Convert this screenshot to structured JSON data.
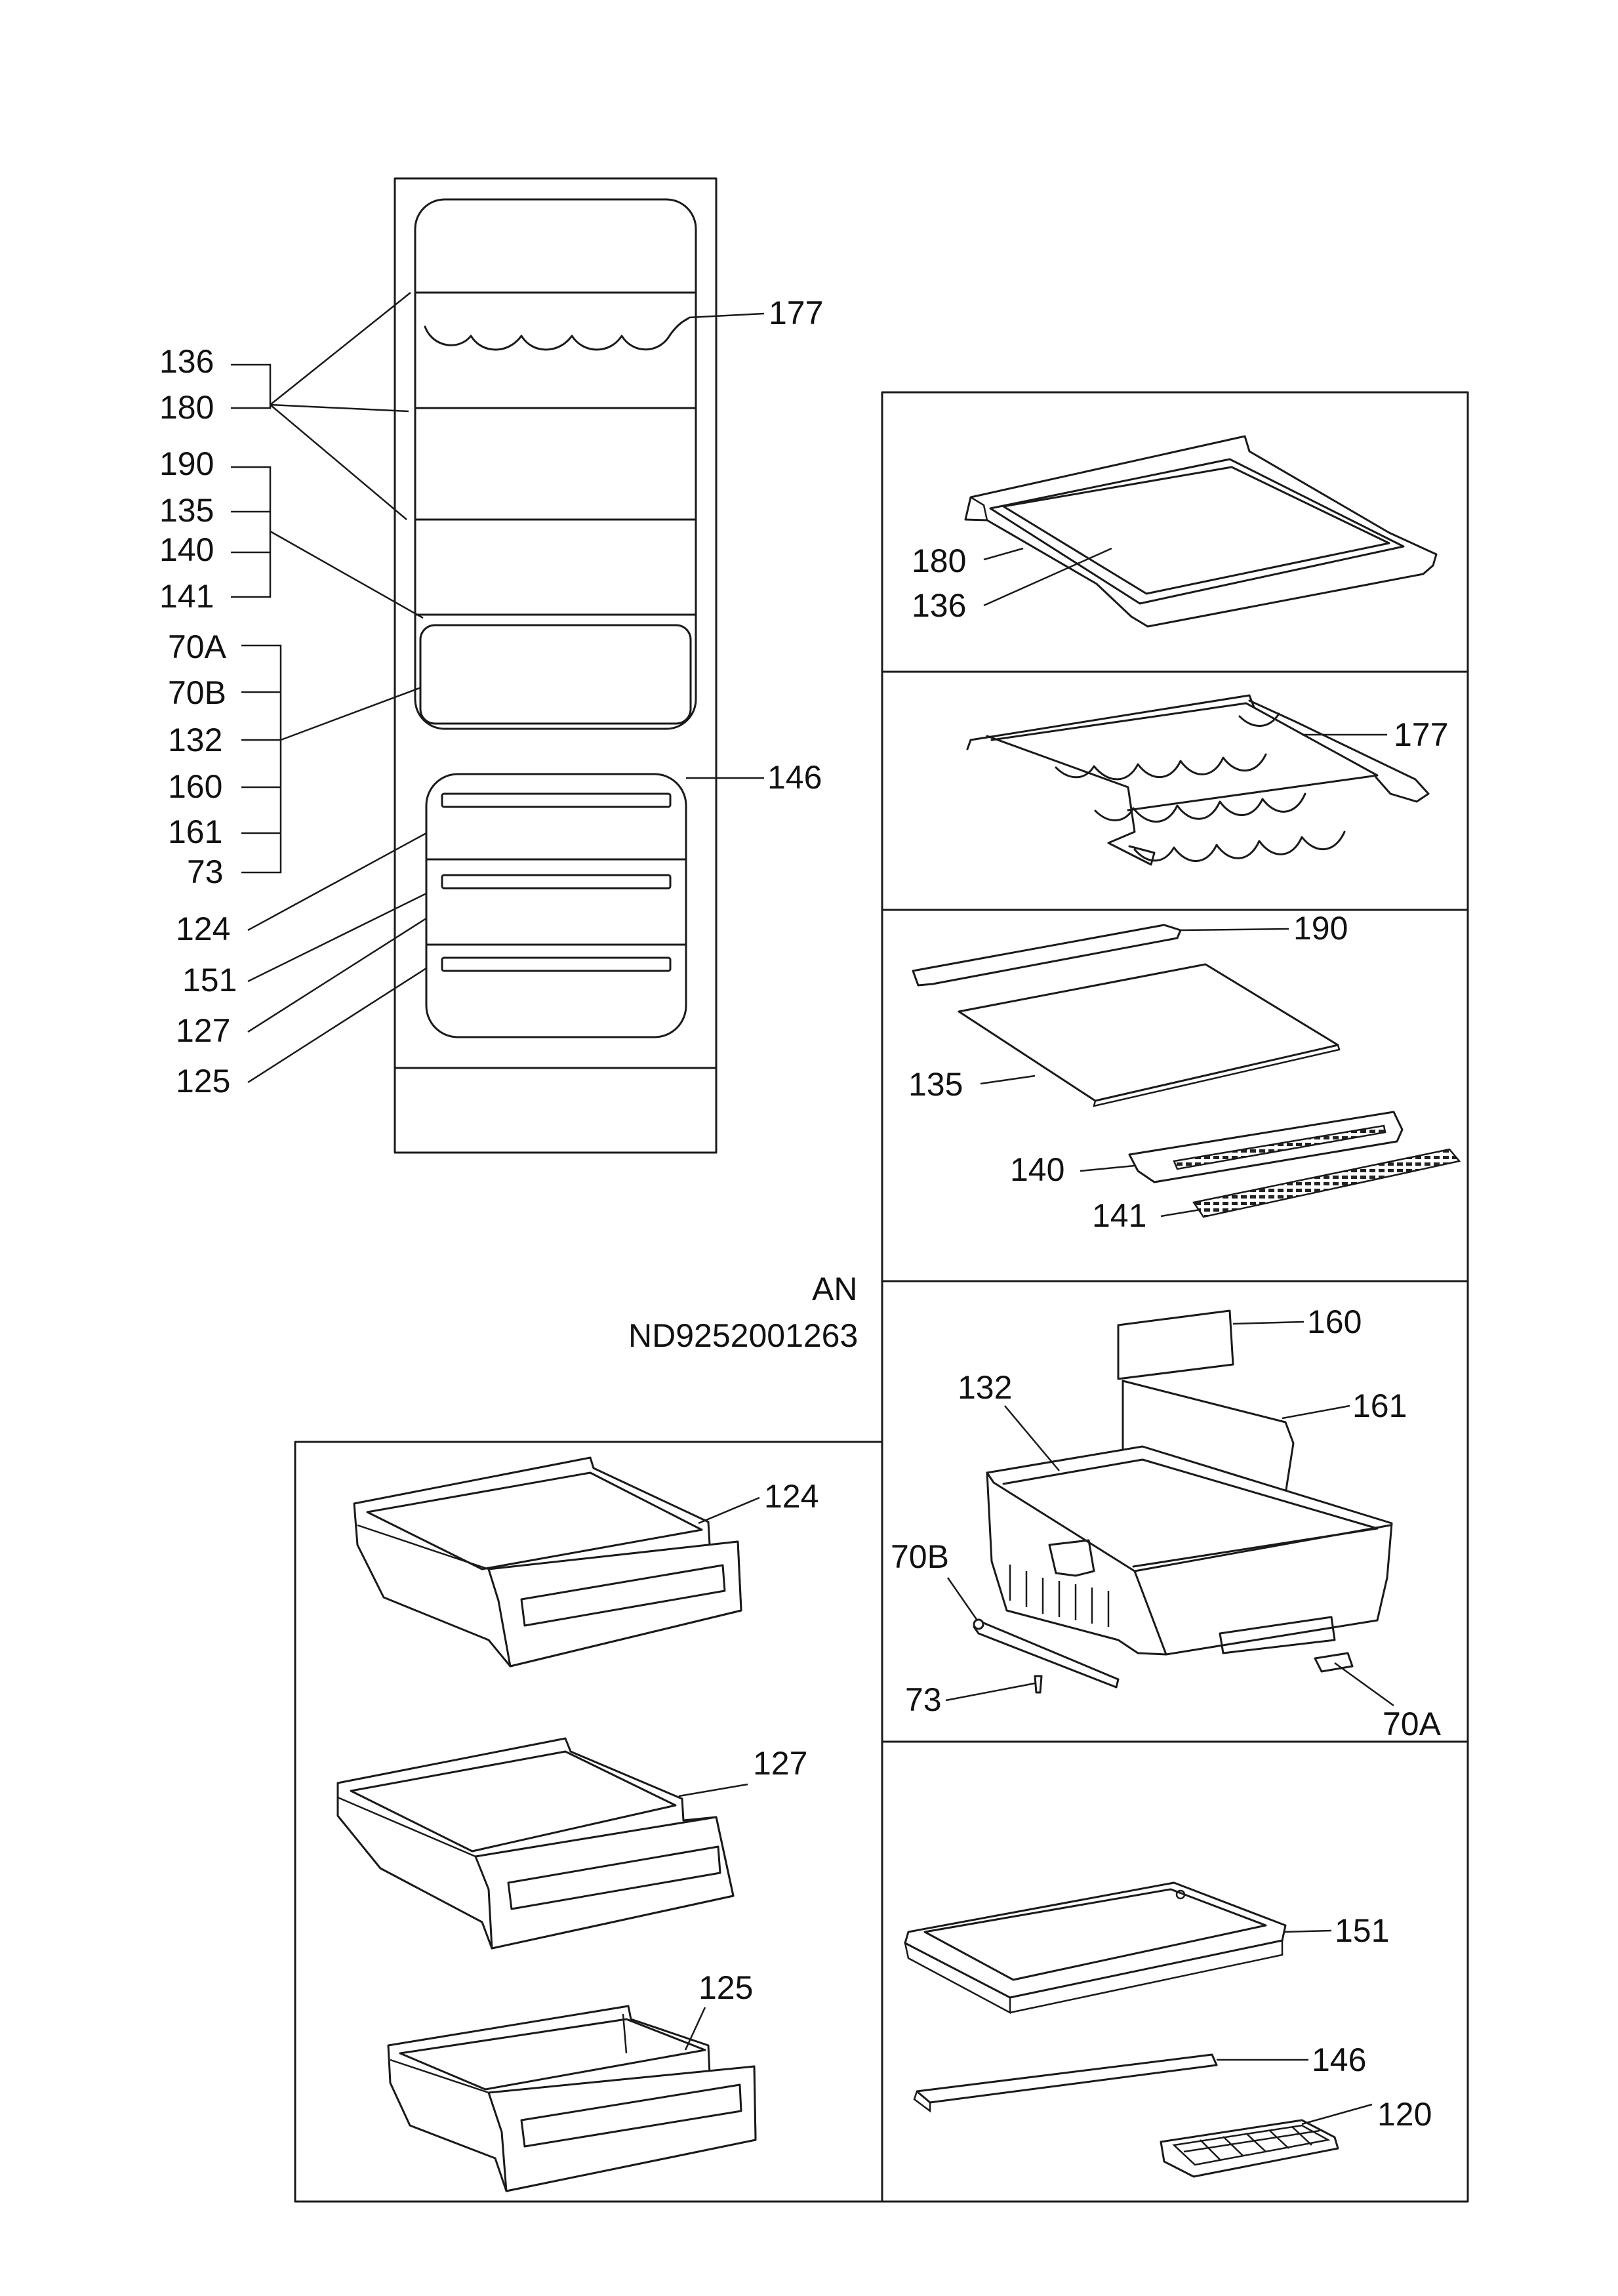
{
  "document": {
    "code_line1": "AN",
    "code_line2": "ND9252001263"
  },
  "labels": {
    "p177": "177",
    "p136": "136",
    "p180": "180",
    "p190": "190",
    "p135": "135",
    "p140": "140",
    "p141": "141",
    "p70A": "70A",
    "p70B": "70B",
    "p132": "132",
    "p160": "160",
    "p161": "161",
    "p73": "73",
    "p146": "146",
    "p124": "124",
    "p151": "151",
    "p127": "127",
    "p125": "125",
    "p120": "120"
  }
}
